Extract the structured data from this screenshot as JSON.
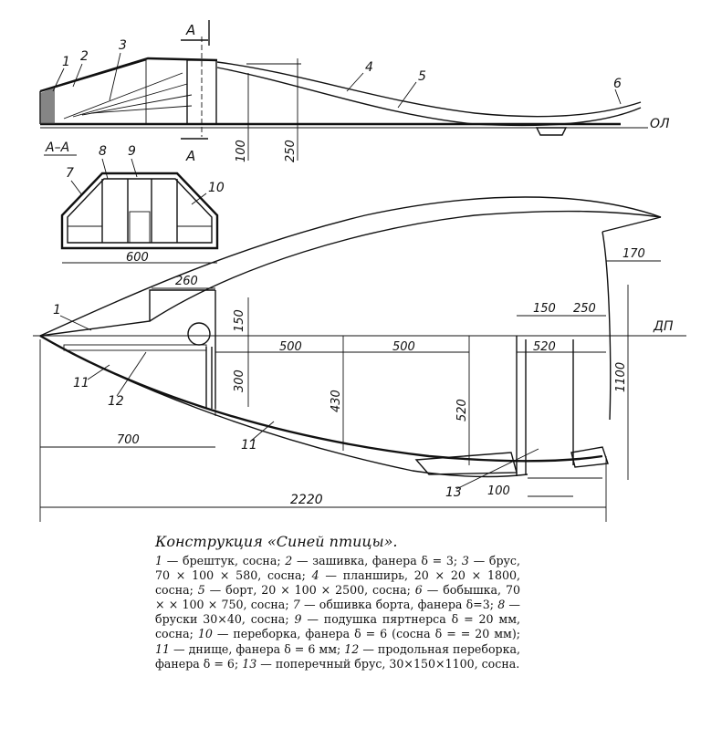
{
  "figure": {
    "title": "Конструкция «Синей птицы».",
    "section_label": "А–А",
    "section_marker": "А",
    "lines": {
      "ol": "ОЛ",
      "dp": "ДП"
    }
  },
  "callouts_top": [
    "1",
    "2",
    "3",
    "4",
    "5",
    "6"
  ],
  "callouts_section": [
    "7",
    "8",
    "9",
    "10"
  ],
  "callouts_plan": [
    "1",
    "11",
    "12",
    "11",
    "13"
  ],
  "dimensions": {
    "d100": "100",
    "d250": "250",
    "d600": "600",
    "d260": "260",
    "d150a": "150",
    "d300": "300",
    "d500a": "500",
    "d500b": "500",
    "d430": "430",
    "d520v": "520",
    "d150b": "150",
    "d250b": "250",
    "d520h": "520",
    "d170": "170",
    "d1100": "1100",
    "d700": "700",
    "d100b": "100",
    "d2220": "2220"
  },
  "legend": [
    {
      "num": "1",
      "text": " — брештук, сосна; "
    },
    {
      "num": "2",
      "text": " — зашивка, фанера δ = 3; "
    },
    {
      "num": "3",
      "text": " — брус, 70 × 100 × 580, сосна; "
    },
    {
      "num": "4",
      "text": " — планширь, 20 × 20 × 1800, сосна; "
    },
    {
      "num": "5",
      "text": " — борт, 20 × 100 × 2500, сосна; "
    },
    {
      "num": "6",
      "text": " — бобышка, 70 × × 100 × 750, сосна; "
    },
    {
      "num": "7",
      "text": " — обшивка борта, фанера δ=3; "
    },
    {
      "num": "8",
      "text": " — бруски 30×40, сосна; "
    },
    {
      "num": "9",
      "text": " — подушка пяртнерса δ = 20 мм, сосна; "
    },
    {
      "num": "10",
      "text": " — переборка, фанера δ = 6 (сосна δ = = 20 мм); "
    },
    {
      "num": "11",
      "text": " — днище, фанера δ = 6 мм; "
    },
    {
      "num": "12",
      "text": " — продольная переборка, фанера δ = 6; "
    },
    {
      "num": "13",
      "text": " — поперечный брус, 30×150×1100, сосна."
    }
  ]
}
